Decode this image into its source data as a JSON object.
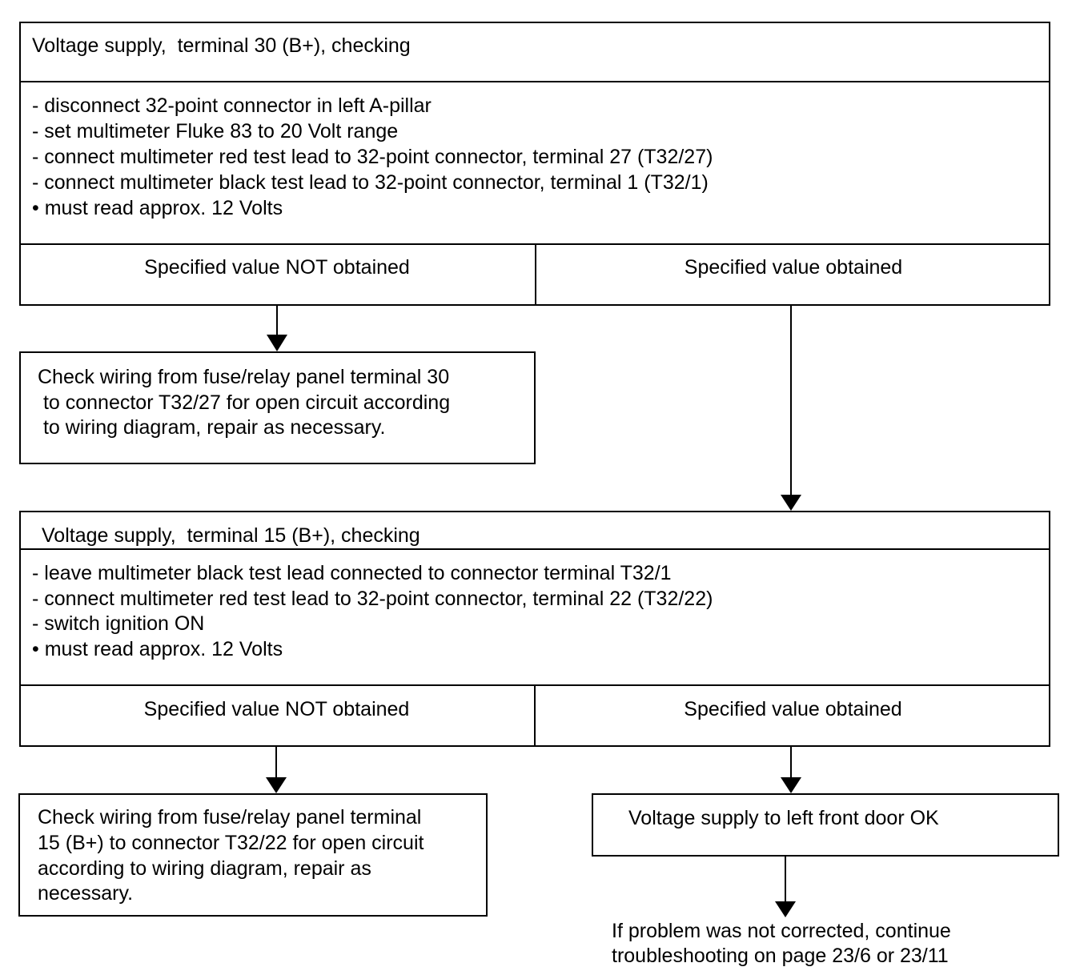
{
  "section1": {
    "title": "Voltage supply,  terminal 30 (B+), checking",
    "steps": [
      "- disconnect 32-point connector in left A-pillar",
      "- set multimeter Fluke 83 to 20 Volt range",
      "- connect multimeter red test lead to 32-point connector, terminal 27 (T32/27)",
      "- connect multimeter black test lead to 32-point connector, terminal 1 (T32/1)",
      "• must read approx. 12 Volts"
    ],
    "not_obtained": "Specified value NOT obtained",
    "obtained": "Specified value obtained",
    "fix": [
      "Check wiring from fuse/relay panel terminal 30",
      " to connector T32/27 for open circuit according",
      " to wiring diagram, repair as necessary."
    ]
  },
  "section2": {
    "title": "Voltage supply,  terminal 15 (B+), checking",
    "steps": [
      "- leave multimeter black test lead connected to connector terminal T32/1",
      "- connect multimeter red test lead to 32-point connector, terminal 22 (T32/22)",
      "- switch ignition ON",
      "• must read approx. 12 Volts"
    ],
    "not_obtained": "Specified value NOT obtained",
    "obtained": "Specified value obtained",
    "fix": [
      "Check wiring from fuse/relay panel terminal",
      "15 (B+) to connector T32/22 for open circuit",
      "according to wiring diagram, repair as",
      "necessary."
    ],
    "ok": "Voltage supply to left front door OK"
  },
  "final_note": [
    "If problem was not corrected, continue",
    "troubleshooting on page 23/6 or 23/11"
  ]
}
